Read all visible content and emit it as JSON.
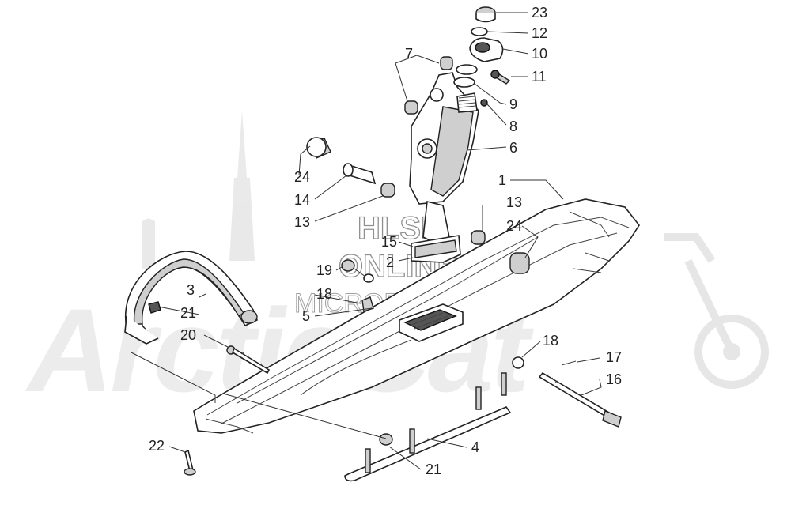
{
  "watermark": {
    "brand": "ArcticCat",
    "site_line1": "HLSM",
    "site_line2": "ONLINE",
    "site_line3": "MICROFICHE"
  },
  "callouts": [
    {
      "id": "23",
      "label": "23"
    },
    {
      "id": "12",
      "label": "12"
    },
    {
      "id": "10",
      "label": "10"
    },
    {
      "id": "11",
      "label": "11"
    },
    {
      "id": "7",
      "label": "7"
    },
    {
      "id": "9",
      "label": "9"
    },
    {
      "id": "8",
      "label": "8"
    },
    {
      "id": "6",
      "label": "6"
    },
    {
      "id": "24a",
      "label": "24"
    },
    {
      "id": "14",
      "label": "14"
    },
    {
      "id": "13a",
      "label": "13"
    },
    {
      "id": "1",
      "label": "1"
    },
    {
      "id": "13b",
      "label": "13"
    },
    {
      "id": "24b",
      "label": "24"
    },
    {
      "id": "15",
      "label": "15"
    },
    {
      "id": "2",
      "label": "2"
    },
    {
      "id": "19",
      "label": "19"
    },
    {
      "id": "18a",
      "label": "18"
    },
    {
      "id": "5",
      "label": "5"
    },
    {
      "id": "3",
      "label": "3"
    },
    {
      "id": "21a",
      "label": "21"
    },
    {
      "id": "20",
      "label": "20"
    },
    {
      "id": "18b",
      "label": "18"
    },
    {
      "id": "17",
      "label": "17"
    },
    {
      "id": "16",
      "label": "16"
    },
    {
      "id": "22",
      "label": "22"
    },
    {
      "id": "4",
      "label": "4"
    },
    {
      "id": "21b",
      "label": "21"
    }
  ]
}
